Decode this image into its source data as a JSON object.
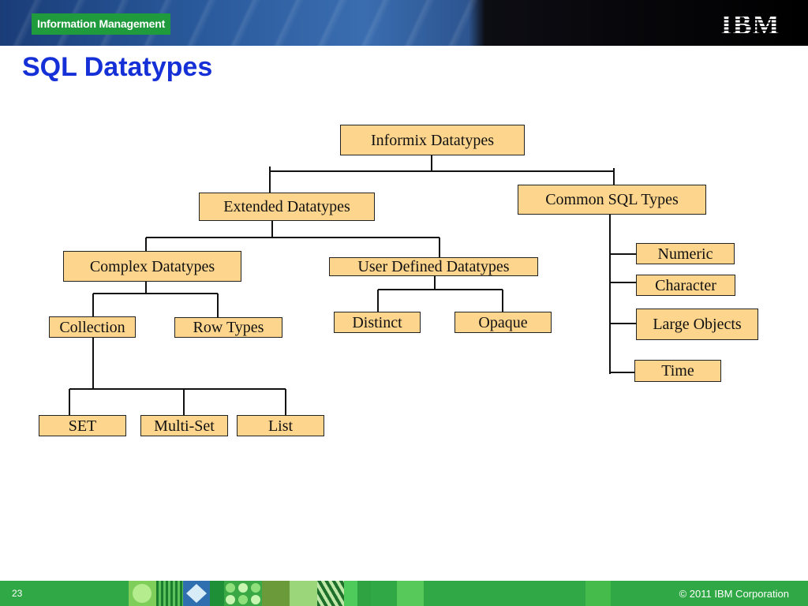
{
  "header": {
    "badge_label": "Information Management",
    "logo_text": "IBM"
  },
  "title": "SQL Datatypes",
  "diagram": {
    "root": "Informix Datatypes",
    "extended": "Extended Datatypes",
    "common_sql": "Common SQL Types",
    "complex": "Complex Datatypes",
    "user_defined": "User Defined Datatypes",
    "collection": "Collection",
    "row_types": "Row Types",
    "distinct": "Distinct",
    "opaque": "Opaque",
    "set": "SET",
    "multi_set": "Multi-Set",
    "list": "List",
    "numeric": "Numeric",
    "character": "Character",
    "large_objects": "Large Objects",
    "time": "Time"
  },
  "footer": {
    "page_number": "23",
    "copyright": "© 2011 IBM Corporation"
  },
  "colors": {
    "title": "#1530d6",
    "node_fill": "#fdd58d",
    "footer_green": "#30a845",
    "badge_green": "#1f9a3c"
  }
}
